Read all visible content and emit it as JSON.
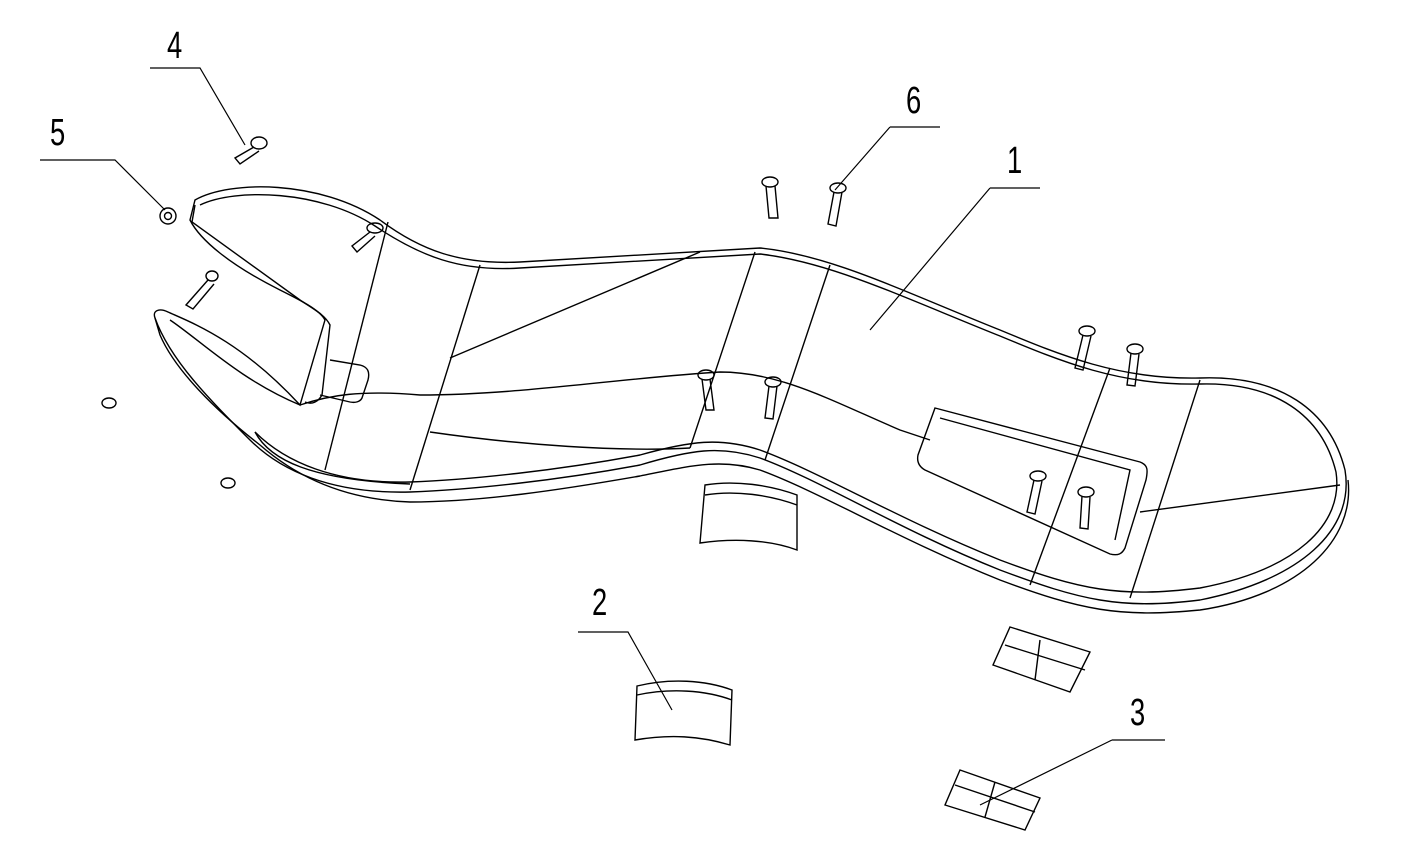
{
  "figure": {
    "callouts": [
      {
        "id": "1",
        "text": "1"
      },
      {
        "id": "2",
        "text": "2"
      },
      {
        "id": "3",
        "text": "3"
      },
      {
        "id": "4",
        "text": "4"
      },
      {
        "id": "5",
        "text": "5"
      },
      {
        "id": "6",
        "text": "6"
      }
    ],
    "line_color": "#000000"
  }
}
